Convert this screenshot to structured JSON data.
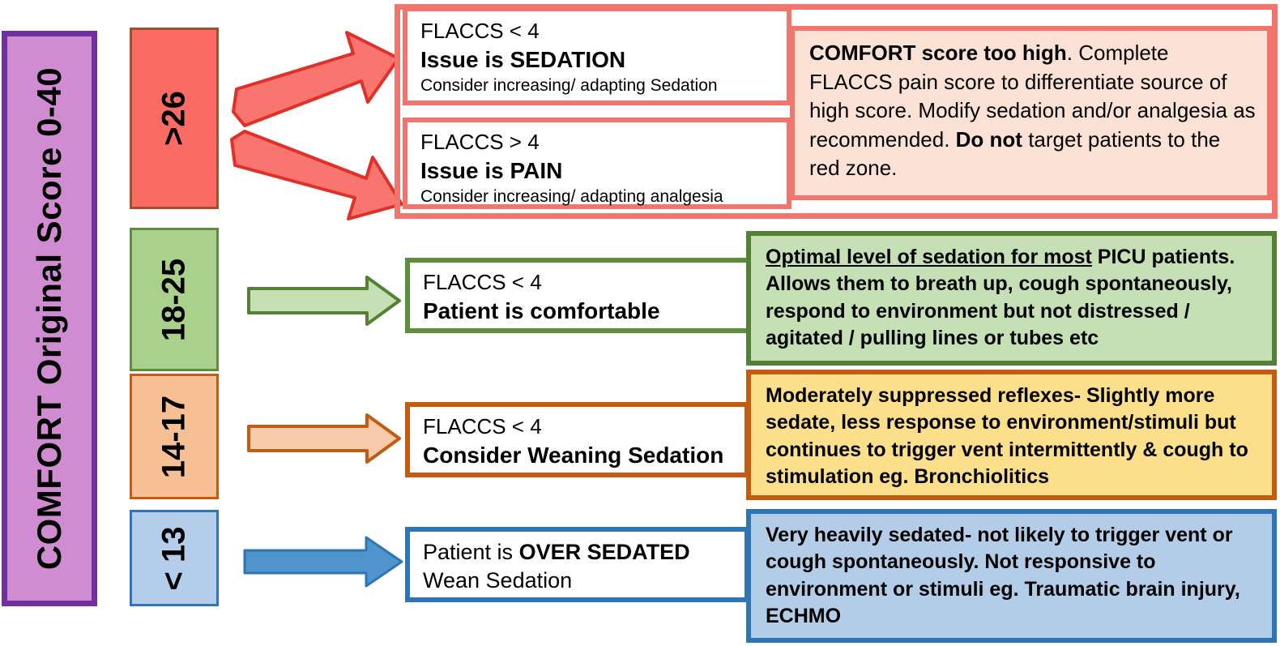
{
  "scale": {
    "title": "COMFORT  Original  Score  0-40",
    "accent_border": "#7030a0",
    "accent_fill": "#cf8cd0"
  },
  "bands": [
    {
      "id": "red",
      "label": ">26",
      "fill": "#f96b63",
      "border": "#a0522d"
    },
    {
      "id": "green",
      "label": "18-25",
      "fill": "#aad18c",
      "border": "#5f8d3e"
    },
    {
      "id": "orange",
      "label": "14-17",
      "fill": "#f6c094",
      "border": "#c55a11"
    },
    {
      "id": "blue",
      "label": "< 13",
      "fill": "#b3cdea",
      "border": "#2e75b6"
    }
  ],
  "actions": {
    "sedation": {
      "criterion": "FLACCS < 4",
      "issue": "Issue is SEDATION",
      "advice": "Consider increasing/ adapting Sedation"
    },
    "pain": {
      "criterion": "FLACCS > 4",
      "issue": "Issue is PAIN",
      "advice": "Consider increasing/ adapting analgesia"
    },
    "comfortable": {
      "criterion": "FLACCS < 4",
      "issue": "Patient is comfortable"
    },
    "weaning": {
      "criterion": "FLACCS < 4",
      "issue": "Consider Weaning Sedation"
    },
    "oversedated": {
      "issue_prefix": "Patient is ",
      "issue_strong": "OVER SEDATED",
      "advice": "Wean Sedation"
    }
  },
  "explanations": {
    "red": {
      "strong_lead": "COMFORT score too high",
      "body": ". Complete FLACCS pain score to differentiate source of high score. Modify sedation and/or analgesia as recommended. ",
      "strong_tail": "Do not",
      "tail": " target patients to the red zone."
    },
    "green": {
      "underlined": "Optimal level of sedation for most",
      "rest": " PICU patients. Allows them to breath up, cough spontaneously, respond to environment but not distressed / agitated / pulling lines or tubes etc"
    },
    "orange": {
      "text": "Moderately suppressed reflexes- Slightly more sedate, less response to environment/stimuli but continues to trigger vent intermittently & cough to stimulation eg. Bronchiolitics"
    },
    "blue": {
      "text": "Very heavily sedated- not likely to trigger vent or cough spontaneously. Not responsive to environment or stimuli eg. Traumatic brain injury, ECHMO"
    }
  },
  "arrows": [
    {
      "name": "arrow-red-up",
      "direction": "up-right",
      "fill": "#f8766f",
      "stroke": "#e03028"
    },
    {
      "name": "arrow-red-down",
      "direction": "down-right",
      "fill": "#f8766f",
      "stroke": "#e03028"
    },
    {
      "name": "arrow-green",
      "direction": "right",
      "fill": "#c5e0b4",
      "stroke": "#548235"
    },
    {
      "name": "arrow-orange",
      "direction": "right",
      "fill": "#f8cbad",
      "stroke": "#c55a11"
    },
    {
      "name": "arrow-blue",
      "direction": "right",
      "fill": "#4f94cd",
      "stroke": "#2e75b6"
    }
  ]
}
